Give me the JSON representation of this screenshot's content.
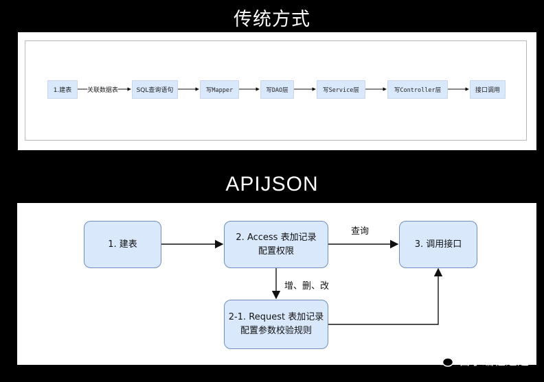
{
  "traditional": {
    "title": "传统方式",
    "steps": [
      "1.建表",
      "SQL查询语句",
      "写Mapper",
      "写DAO层",
      "写Service层",
      "写Controller层",
      "接口调用"
    ],
    "first_edge_label": "关联数据表"
  },
  "apijson": {
    "title": "APIJSON",
    "nodes": {
      "create_table": "1. 建表",
      "access_line1": "2. Access 表加记录",
      "access_line2": "配置权限",
      "call_api": "3. 调用接口",
      "request_line1": "2-1. Request 表加记录",
      "request_line2": "配置参数校验规则"
    },
    "edges": {
      "query": "查询",
      "write": "增、删、改"
    }
  },
  "watermark": "自学编程之道",
  "colors": {
    "node_fill": "#dae8fc",
    "node_border": "#6c8ebf",
    "background": "#000000"
  }
}
